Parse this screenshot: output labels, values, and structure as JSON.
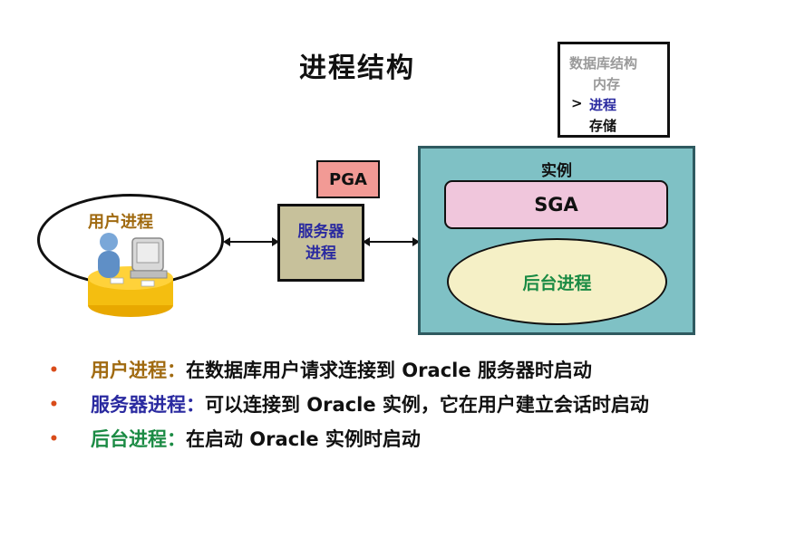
{
  "title": "进程结构",
  "nav": {
    "items": [
      "数据库结构",
      "内存",
      "进程",
      "存储"
    ],
    "current_marker": ">",
    "current_index": 2
  },
  "diagram": {
    "pga_label": "PGA",
    "server_label": "服务器进程",
    "instance_label": "实例",
    "sga_label": "SGA",
    "background_label": "后台进程",
    "user_label": "用户进程"
  },
  "bullets": [
    {
      "term": "用户进程：",
      "text": "在数据库用户请求连接到 Oracle 服务器时启动"
    },
    {
      "term": "服务器进程：",
      "text": "可以连接到 Oracle 实例，它在用户建立会话时启动"
    },
    {
      "term": "后台进程：",
      "text": "在启动 Oracle 实例时启动"
    }
  ],
  "colors": {
    "user_term": "#a06a10",
    "server_term": "#2a2aa0",
    "background_term": "#1b8b44",
    "bullet": "#d94c1a",
    "instance_fill": "#7fc1c5",
    "sga_fill": "#f0c6dc",
    "pga_fill": "#f29a95",
    "server_fill": "#c7c19b",
    "background_fill": "#f5f0c6"
  }
}
